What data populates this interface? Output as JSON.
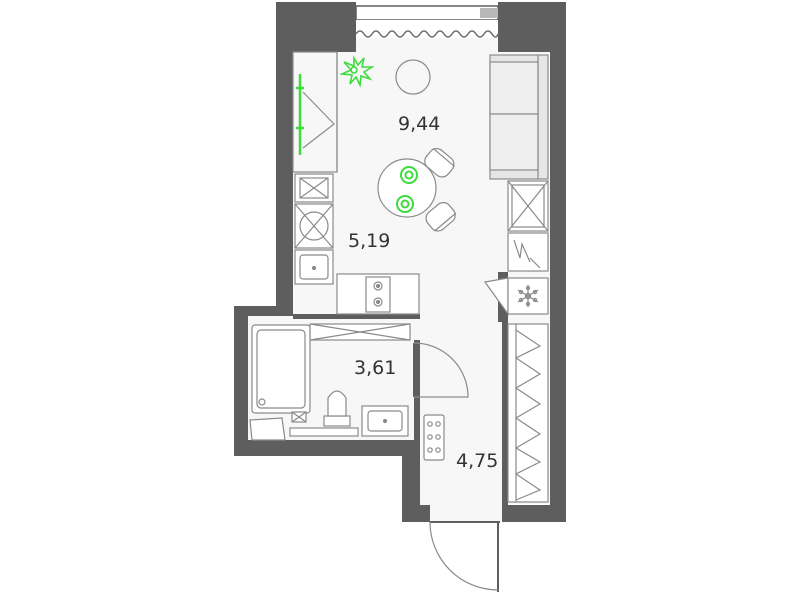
{
  "floor_plan": {
    "rooms": [
      {
        "id": "living",
        "area": "9,44"
      },
      {
        "id": "kitchen",
        "area": "5,19"
      },
      {
        "id": "bathroom",
        "area": "3,61"
      },
      {
        "id": "hallway",
        "area": "4,75"
      }
    ]
  },
  "colors": {
    "wall": "#5e5e5e",
    "floor": "#f7f7f7",
    "fixture_stroke": "#8a8a8a",
    "accent_green": "#3ddc3d",
    "label_text": "#333333"
  },
  "icons": {
    "plant": "plant-icon",
    "freezer": "snowflake-icon"
  }
}
